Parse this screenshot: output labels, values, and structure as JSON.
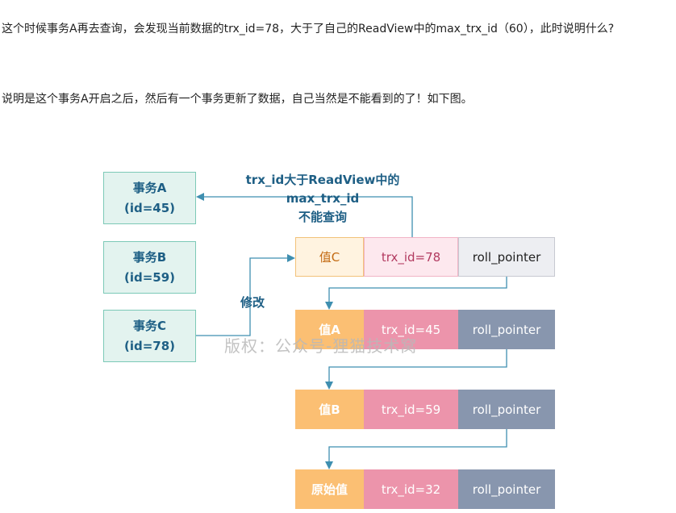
{
  "text": {
    "paragraph1": "这个时候事务A再去查询，会发现当前数据的trx_id=78，大于了自己的ReadView中的max_trx_id（60），此时说明什么?",
    "paragraph2": "说明是这个事务A开启之后，然后有一个事务更新了数据，自己当然是不能看到的了！如下图。"
  },
  "diagram": {
    "transactions": [
      {
        "name": "事务A",
        "id": "(id=45)"
      },
      {
        "name": "事务B",
        "id": "(id=59)"
      },
      {
        "name": "事务C",
        "id": "(id=78)"
      }
    ],
    "versions": [
      {
        "value": "值C",
        "trx_id": "trx_id=78",
        "pointer": "roll_pointer"
      },
      {
        "value": "值A",
        "trx_id": "trx_id=45",
        "pointer": "roll_pointer"
      },
      {
        "value": "值B",
        "trx_id": "trx_id=59",
        "pointer": "roll_pointer"
      },
      {
        "value": "原始值",
        "trx_id": "trx_id=32",
        "pointer": "roll_pointer"
      }
    ],
    "arrow_label_lines": [
      "trx_id大于ReadView中的",
      "max_trx_id",
      "不能查询"
    ],
    "modify_label": "修改",
    "watermark": "版权：公众号-狸猫技术窝",
    "colors": {
      "navy_text": "#1e5f85",
      "line": "#3f8fb0",
      "txn_fill": "#e3f3ef",
      "orange": "#fbbf73",
      "pink": "#ec94ab",
      "slate": "#8896ae"
    }
  }
}
